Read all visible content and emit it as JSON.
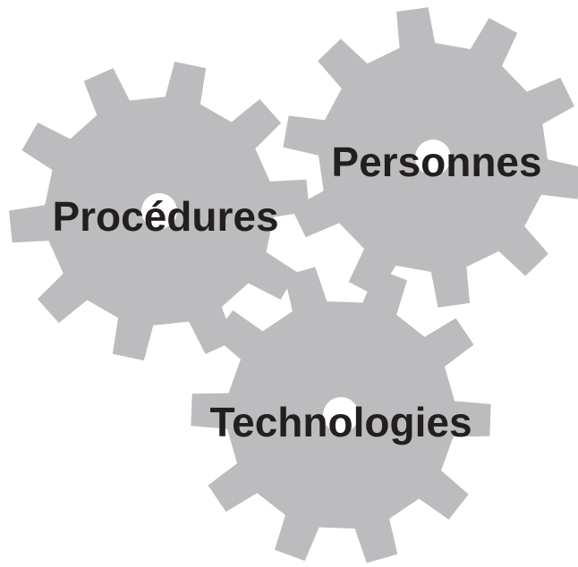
{
  "colors": {
    "gear": "#bcbcbe",
    "hole": "#ffffff",
    "text": "#231f20"
  },
  "gears": [
    {
      "id": "procedures",
      "label": "Procédures",
      "teeth": 10
    },
    {
      "id": "personnes",
      "label": "Personnes",
      "teeth": 10
    },
    {
      "id": "technologies",
      "label": "Technologies",
      "teeth": 10
    }
  ]
}
